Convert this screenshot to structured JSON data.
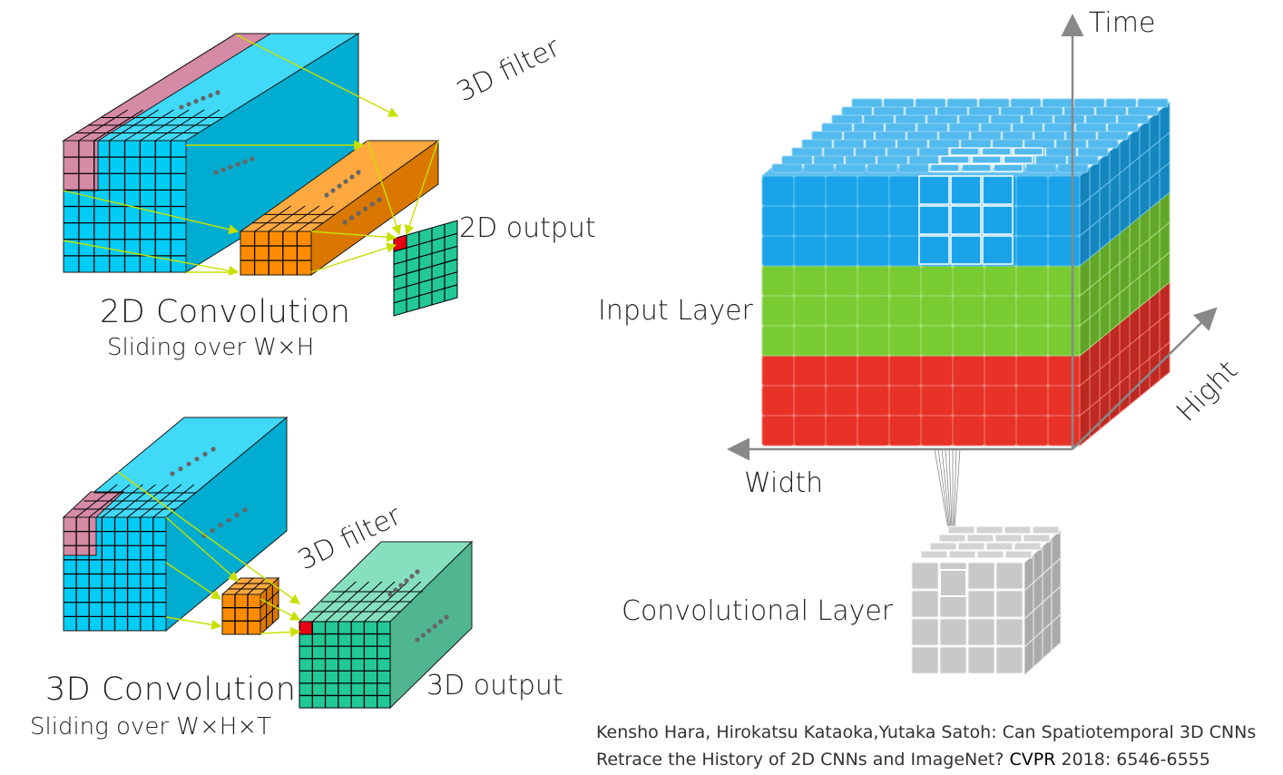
{
  "panel_2d": {
    "title": "2D Convolution",
    "subtitle": "Sliding over W×H",
    "filter_label": "3D filter",
    "output_label": "2D output"
  },
  "panel_3d": {
    "title": "3D Convolution",
    "subtitle": "Sliding over W×H×T",
    "filter_label": "3D filter",
    "output_label": "3D output"
  },
  "volume": {
    "axis_time": "Time",
    "axis_width": "Width",
    "axis_height": "Hight",
    "input_label": "Input Layer",
    "conv_label": "Convolutional Layer"
  },
  "citation": {
    "line1": "Kensho Hara, Hirokatsu Kataoka,Yutaka Satoh: Can Spatiotemporal 3D CNNs",
    "line2_pre": "Retrace the History of 2D CNNs and ImageNet?",
    "line2_venue": "CVPR",
    "line2_post": "2018: 6546-6555"
  },
  "colors": {
    "input_cyan": "#00ccf5",
    "input_pink": "#d58aa6",
    "filter_orange": "#ff8c00",
    "output_green": "#22c997",
    "output_green_light": "#5ed6a8",
    "output_red": "#e60012",
    "arrow_yellow": "#c8e000",
    "layer_blue": "#1aa3e8",
    "layer_green": "#78cc32",
    "layer_red": "#e83228",
    "conv_gray": "#c8c8c8"
  }
}
